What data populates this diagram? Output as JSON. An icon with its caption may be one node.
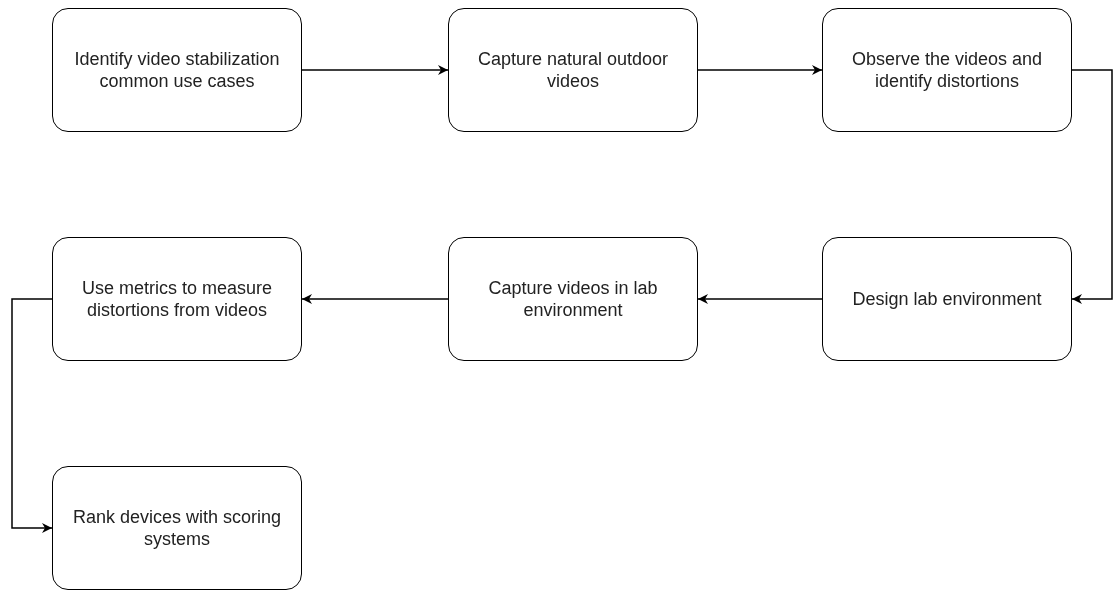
{
  "diagram": {
    "nodes": [
      {
        "text": [
          "Identify video stabilization common use cases"
        ]
      },
      {
        "text": [
          "Capture natural outdoor videos"
        ]
      },
      {
        "text": [
          "Observe the videos and identify distortions"
        ]
      },
      {
        "text": [
          "Use metrics to measure distortions from videos"
        ]
      },
      {
        "text": [
          "Capture videos in lab environment"
        ]
      },
      {
        "text": [
          "Design lab environment"
        ]
      },
      {
        "text": [
          "Rank devices with scoring systems"
        ]
      }
    ],
    "edges": [
      {
        "from": 0,
        "to": 1,
        "arrow": "to"
      },
      {
        "from": 1,
        "to": 2,
        "arrow": "to"
      },
      {
        "from": 2,
        "to": 5,
        "arrow": "to"
      },
      {
        "from": 5,
        "to": 4,
        "arrow": "to"
      },
      {
        "from": 4,
        "to": 3,
        "arrow": "to"
      },
      {
        "from": 3,
        "to": 6,
        "arrow": "to"
      }
    ]
  }
}
